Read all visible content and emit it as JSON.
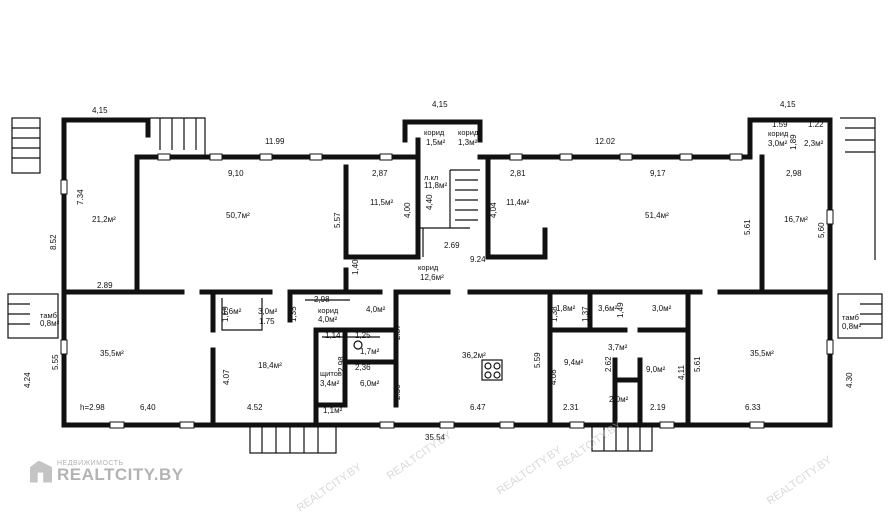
{
  "watermark": {
    "small": "НЕДВИЖИМОСТЬ",
    "big": "REALTCITY.BY",
    "repeat": "REALTCITY.BY"
  },
  "dimensions": {
    "top_left": "4,15",
    "top_mid": "4,15",
    "top_right": "4,15",
    "outer_left": "11.99",
    "outer_right": "12.02",
    "left_col_h": "7.34",
    "left_side": "8.52",
    "bottom_total": "35.54",
    "r1_910": "9,10",
    "r1_287": "2,87",
    "r1_557": "5.57",
    "r1_400": "4,00",
    "r1_281": "2,81",
    "r1_917": "9,17",
    "r1_404": "4,04",
    "r1_298": "2,98",
    "r1_561": "5.61",
    "r1_560": "5,60",
    "r1_440": "4,40",
    "r1_269": "2.69",
    "r1_924": "9.24",
    "r1_140": "1,40",
    "r1_289": "2.89",
    "r2_298": "2,98",
    "r2_169": "1,69",
    "r2_175": "1.75",
    "r2_135": "1,35",
    "r2_114": "1,14",
    "r2_125": "1,25",
    "r2_287": "2.87",
    "r2_236": "2,36",
    "r2_298b": "2.98",
    "r2_256": "2.56",
    "r2_555": "5.55",
    "r2_424": "4.24",
    "r2_407": "4.07",
    "r2_452": "4.52",
    "r2_640": "6,40",
    "r2_h298": "h=2.98",
    "r2_559": "5.59",
    "r2_408": "4.08",
    "r2_647": "6.47",
    "r2_231": "2.31",
    "r2_138": "1,38",
    "r2_137": "1,37",
    "r2_149": "1,49",
    "r2_262": "2.62",
    "r2_411": "4,11",
    "r2_561": "5.61",
    "r2_219": "2.19",
    "r2_633": "6.33",
    "r2_430": "4.30",
    "r2_159": "1.59",
    "r2_122": "1.22",
    "r2_189": "1,89"
  },
  "rooms": {
    "a212": "21,2м²",
    "a507": "50,7м²",
    "a115": "11,5м²",
    "a118": "11,8м²",
    "a114": "11,4м²",
    "a514": "51,4м²",
    "a167": "16,7м²",
    "a15c": "1,5м²",
    "a13c": "1,3м²",
    "a30c": "3,0м²",
    "a23c": "2,3м²",
    "a126": "12,6м²",
    "a355l": "35,5м²",
    "a355r": "35,5м²",
    "a16": "1,6м²",
    "a30a": "3,0м²",
    "a40a": "4,0м²",
    "a40b": "4,0м²",
    "a17": "1,7м²",
    "a34": "3,4м²",
    "a60": "6,0м²",
    "a11": "1,1м²",
    "a184": "18,4м²",
    "a362": "36,2м²",
    "a94": "9,4м²",
    "a18": "1,8м²",
    "a36": "3,6м²",
    "a30b": "3,0м²",
    "a37": "3,7м²",
    "a90": "9,0м²",
    "a20": "2,0м²",
    "a08l": "0,8м²",
    "a08r": "0,8м²"
  },
  "labels": {
    "korid1": "корид",
    "korid2": "корид",
    "korid3": "корид",
    "korid4": "корид",
    "korid5": "корид",
    "lkl": "л.кл",
    "tambl": "тамб",
    "tambr": "тамб",
    "shchit": "щитов"
  }
}
